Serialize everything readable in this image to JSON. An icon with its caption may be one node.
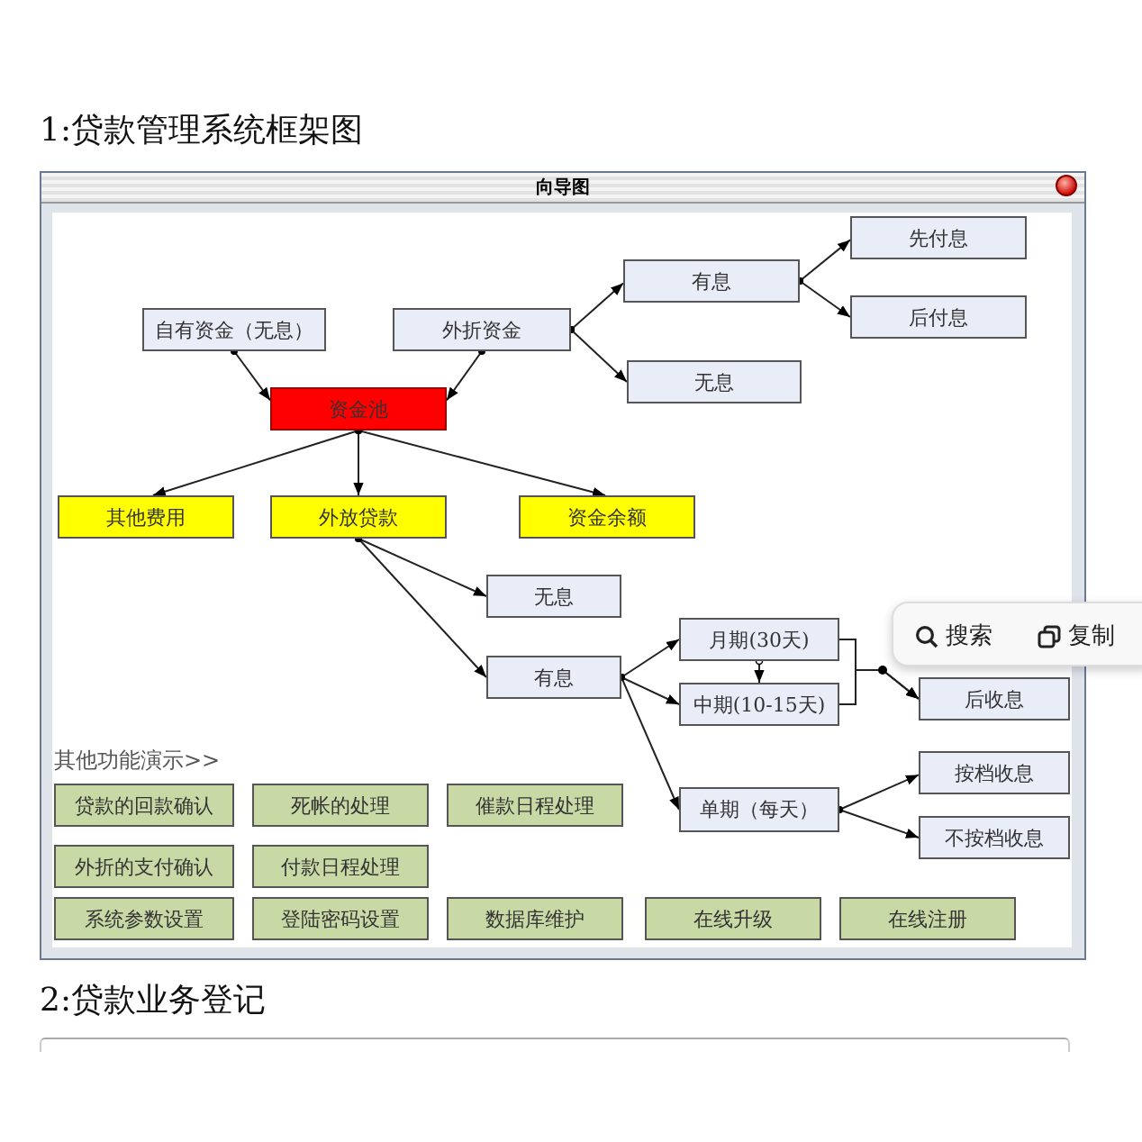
{
  "diagram": {
    "title": "1:贷款管理系统框架图",
    "nodes": [
      {
        "text": [
          "向导图"
        ]
      },
      {
        "text": [
          "自有资金（无息）"
        ],
        "in": 0
      },
      {
        "text": [
          "外折资金"
        ],
        "in": 0
      },
      {
        "text": [
          "资金池"
        ],
        "in": 0
      },
      {
        "text": [
          "其他费用"
        ],
        "in": 0
      },
      {
        "text": [
          "外放贷款"
        ],
        "in": 0
      },
      {
        "text": [
          "资金余额"
        ],
        "in": 0
      },
      {
        "text": [
          "有息"
        ],
        "in": 0
      },
      {
        "text": [
          "无息"
        ],
        "in": 0
      },
      {
        "text": [
          "先付息"
        ],
        "in": 0
      },
      {
        "text": [
          "后付息"
        ],
        "in": 0
      },
      {
        "text": [
          "无息"
        ],
        "in": 0
      },
      {
        "text": [
          "有息"
        ],
        "in": 0
      },
      {
        "text": [
          "月期(30天)"
        ],
        "in": 0
      },
      {
        "text": [
          "中期(10-15天)"
        ],
        "in": 0
      },
      {
        "text": [
          "后收息"
        ],
        "in": 0
      },
      {
        "text": [
          "单期（每天）"
        ],
        "in": 0
      },
      {
        "text": [
          "按档收息"
        ],
        "in": 0
      },
      {
        "text": [
          "不按档收息"
        ],
        "in": 0
      },
      {
        "text": [
          "贷款的回款确认"
        ],
        "in": 0
      },
      {
        "text": [
          "死帐的处理"
        ],
        "in": 0
      },
      {
        "text": [
          "催款日程处理"
        ],
        "in": 0
      },
      {
        "text": [
          "外折的支付确认"
        ],
        "in": 0
      },
      {
        "text": [
          "付款日程处理"
        ],
        "in": 0
      },
      {
        "text": [
          "系统参数设置"
        ],
        "in": 0
      },
      {
        "text": [
          "登陆密码设置"
        ],
        "in": 0
      },
      {
        "text": [
          "数据库维护"
        ],
        "in": 0
      },
      {
        "text": [
          "在线升级"
        ],
        "in": 0
      },
      {
        "text": [
          "在线注册"
        ],
        "in": 0
      }
    ],
    "edges": [
      {
        "from": 1,
        "to": 3,
        "arrow": "to"
      },
      {
        "from": 2,
        "to": 3,
        "arrow": "to"
      },
      {
        "from": 3,
        "to": 4,
        "arrow": "to"
      },
      {
        "from": 3,
        "to": 5,
        "arrow": "to"
      },
      {
        "from": 3,
        "to": 6,
        "arrow": "to"
      },
      {
        "from": 2,
        "to": 7,
        "arrow": "to"
      },
      {
        "from": 2,
        "to": 8,
        "arrow": "to"
      },
      {
        "from": 7,
        "to": 9,
        "arrow": "to"
      },
      {
        "from": 7,
        "to": 10,
        "arrow": "to"
      },
      {
        "from": 5,
        "to": 11,
        "arrow": "to"
      },
      {
        "from": 5,
        "to": 12,
        "arrow": "to"
      },
      {
        "from": 12,
        "to": 13,
        "arrow": "to"
      },
      {
        "from": 12,
        "to": 14,
        "arrow": "to"
      },
      {
        "from": 12,
        "to": 16,
        "arrow": "to"
      },
      {
        "from": 13,
        "to": 14,
        "arrow": "to"
      },
      {
        "from": 13,
        "to": 15,
        "arrow": "to"
      },
      {
        "from": 14,
        "to": 15,
        "arrow": "to"
      },
      {
        "from": 16,
        "to": 17,
        "arrow": "to"
      },
      {
        "from": 16,
        "to": 18,
        "arrow": "to"
      }
    ],
    "labels": [
      "搜索",
      "复制",
      "其他功能演示>>",
      "2:贷款业务登记"
    ]
  }
}
